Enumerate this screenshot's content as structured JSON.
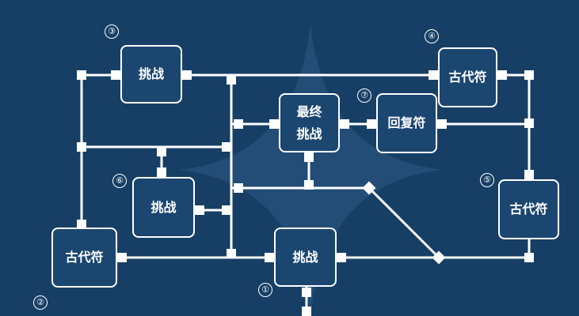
{
  "nodes": {
    "n1": {
      "label": "挑战",
      "marker": "①"
    },
    "n2": {
      "label": "古代符",
      "marker": "②"
    },
    "n3": {
      "label": "挑战",
      "marker": "③"
    },
    "n4": {
      "label": "古代符",
      "marker": "④"
    },
    "n5": {
      "label": "古代符",
      "marker": "⑤"
    },
    "n6": {
      "label": "挑战",
      "marker": "⑥"
    },
    "n7": {
      "label": "回复符",
      "marker": "⑦"
    },
    "final": {
      "label_line1": "最终",
      "label_line2": "挑战"
    }
  },
  "colors": {
    "background": "#173f66",
    "node_fill": "#1b4670",
    "line": "#ffffff",
    "star": "#2e5a83"
  }
}
